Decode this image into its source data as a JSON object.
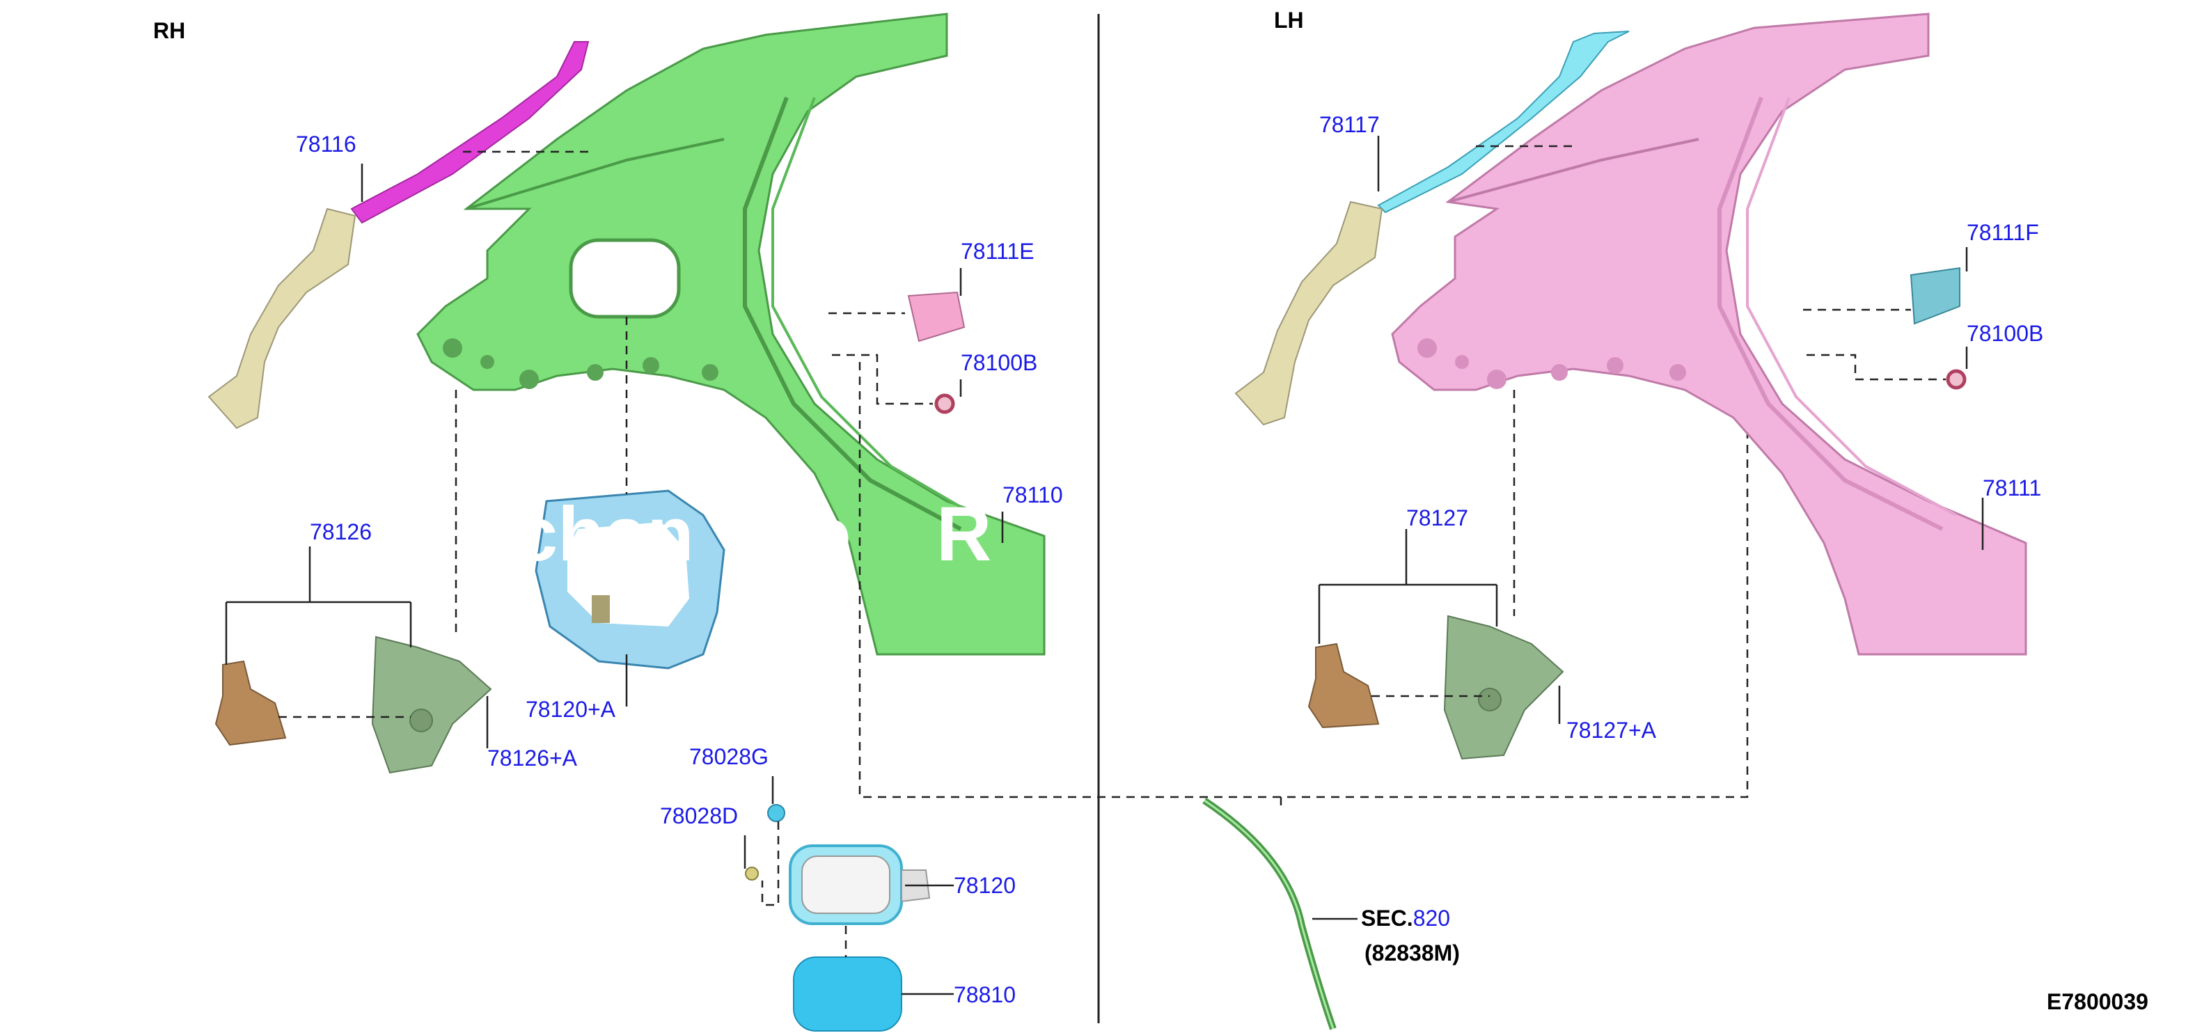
{
  "sides": {
    "rh": "RH",
    "lh": "LH"
  },
  "parts_rh": {
    "p78116": "78116",
    "p78111E": "78111E",
    "p78100B": "78100B",
    "p78110": "78110",
    "p78126": "78126",
    "p78126A": "78126+A",
    "p78120A": "78120+A",
    "p78028G": "78028G",
    "p78028D": "78028D",
    "p78120": "78120",
    "p78810": "78810"
  },
  "parts_lh": {
    "p78117": "78117",
    "p78111F": "78111F",
    "p78100B": "78100B",
    "p78111": "78111",
    "p78127": "78127",
    "p78127A": "78127+A"
  },
  "section": {
    "sec_prefix": "SEC.",
    "sec_number": "820",
    "sec_ref": "(82838M)"
  },
  "diagram_code": "E7800039",
  "watermark": "chan    to    R",
  "colors": {
    "green_panel": "#7ee07a",
    "pink_panel": "#f2b3dc",
    "magenta_pillar": "#e040d8",
    "cyan_pillar": "#8ae6f2",
    "tan_pillar": "#e2dcae",
    "brown_bracket": "#b88a5a",
    "gray_green": "#93b58c",
    "blue_housing": "#9fd8f0",
    "lid_blue": "#39c4ee",
    "label_blue": "#1a1ae6"
  }
}
